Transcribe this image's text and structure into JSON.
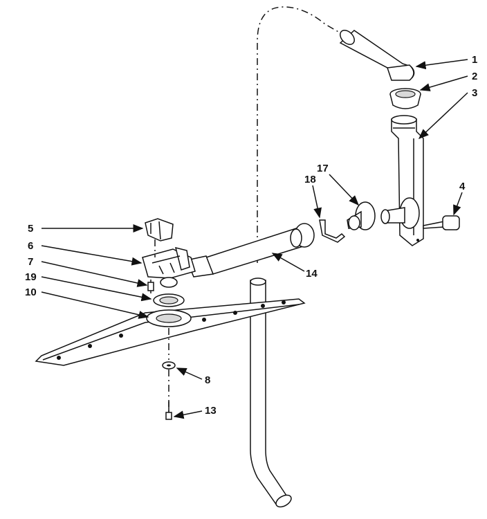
{
  "diagram": {
    "callouts": [
      {
        "id": "p1",
        "label": "1"
      },
      {
        "id": "p2",
        "label": "2"
      },
      {
        "id": "p3",
        "label": "3"
      },
      {
        "id": "p4",
        "label": "4"
      },
      {
        "id": "p5",
        "label": "5"
      },
      {
        "id": "p6",
        "label": "6"
      },
      {
        "id": "p7",
        "label": "7"
      },
      {
        "id": "p8",
        "label": "8"
      },
      {
        "id": "p10",
        "label": "10"
      },
      {
        "id": "p13",
        "label": "13"
      },
      {
        "id": "p14",
        "label": "14"
      },
      {
        "id": "p17",
        "label": "17"
      },
      {
        "id": "p18",
        "label": "18"
      },
      {
        "id": "p19",
        "label": "19"
      }
    ]
  }
}
